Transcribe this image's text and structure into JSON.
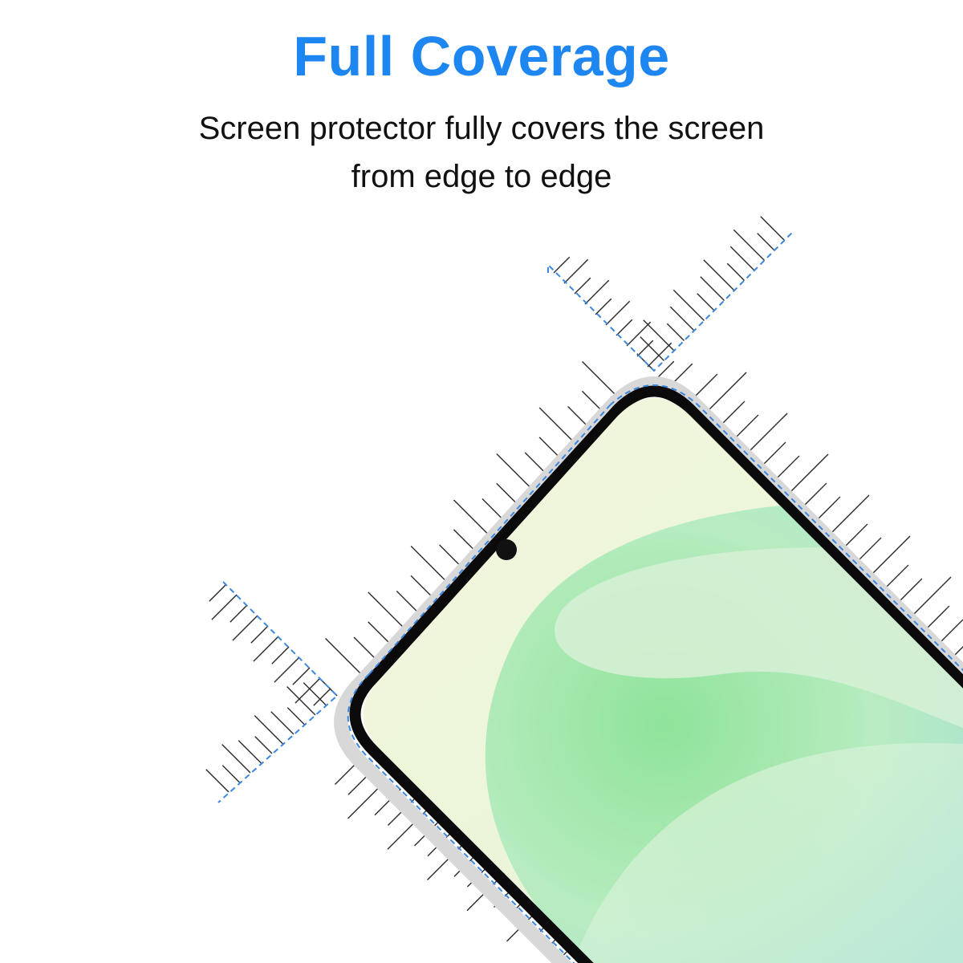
{
  "headline": {
    "title": "Full Coverage",
    "color": "#1E86F0"
  },
  "subtitle": {
    "line1": "Screen protector fully covers the screen",
    "line2": "from edge to edge",
    "color": "#111111"
  },
  "colors": {
    "guide_dash": "#3A86E0",
    "phone_bezel": "#0A0A0A",
    "protector_edge": "#D8D8D8",
    "hatch": "#2A2A2A",
    "screen_light": "#EEF6DA",
    "screen_green": "#9EE6A8",
    "screen_teal": "#A8E2D2"
  },
  "icons": {
    "camera": "front-camera-icon"
  }
}
